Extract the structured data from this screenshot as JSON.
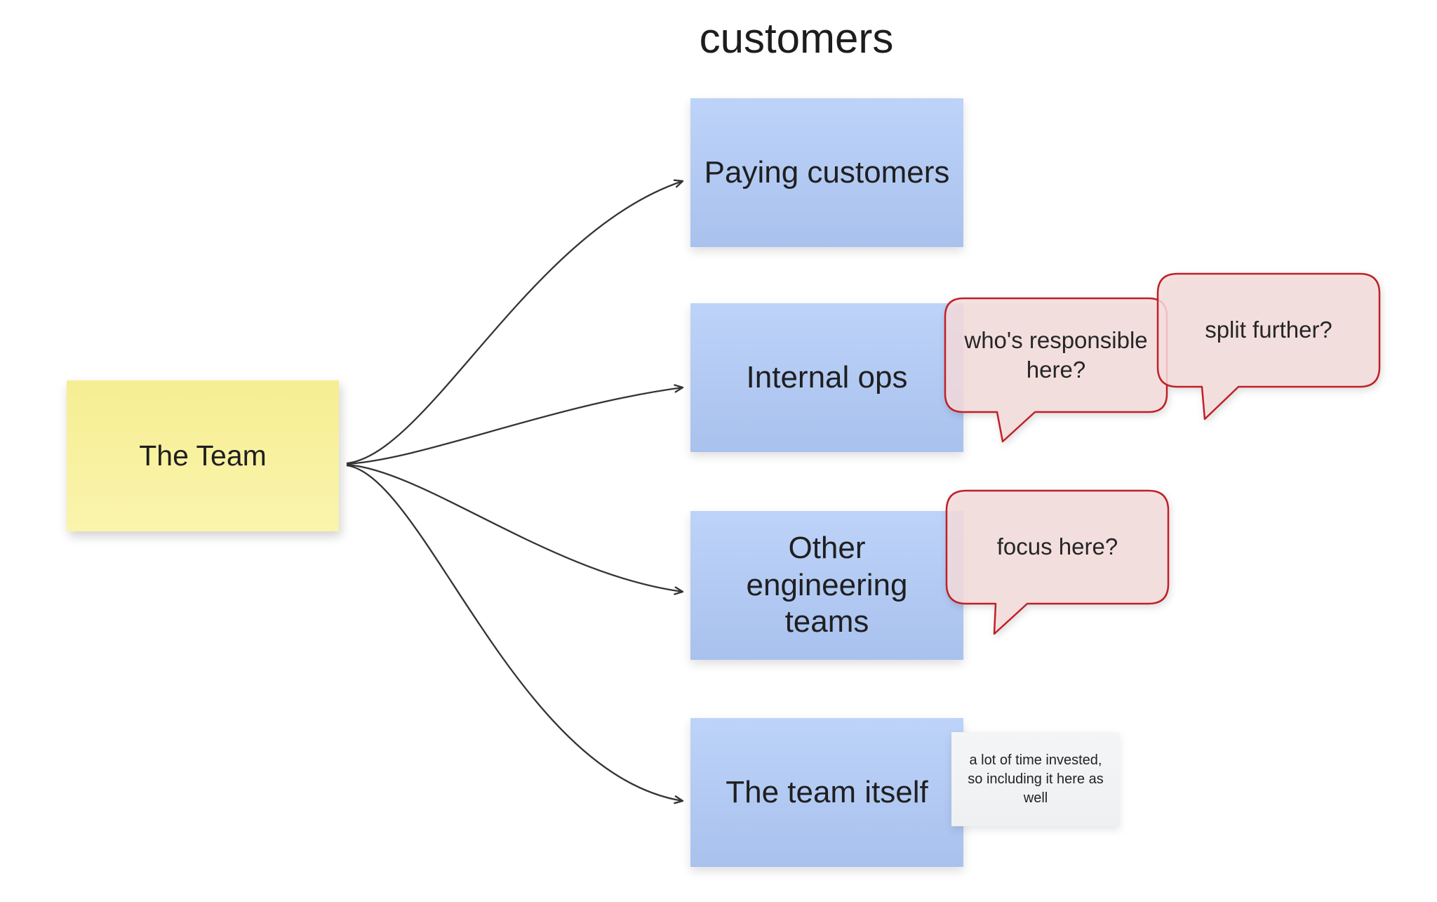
{
  "title": "customers",
  "root": {
    "label": "The Team"
  },
  "nodes": [
    {
      "label": "Paying customers"
    },
    {
      "label": "Internal ops"
    },
    {
      "label": "Other\nengineering\nteams"
    },
    {
      "label": "The team itself"
    }
  ],
  "comments": [
    {
      "label": "who's responsible\nhere?"
    },
    {
      "label": "split further?"
    },
    {
      "label": "focus here?"
    }
  ],
  "note": {
    "label": "a lot of time invested,\nso including it here as\nwell"
  },
  "colors": {
    "sticky_yellow": "#f6ee92",
    "node_blue": "#b4caf4",
    "comment_fill": "#f7e2e2",
    "comment_border": "#bf2026",
    "note_gray": "#f2f3f5",
    "connector": "#343434",
    "background": "#ffffff"
  }
}
